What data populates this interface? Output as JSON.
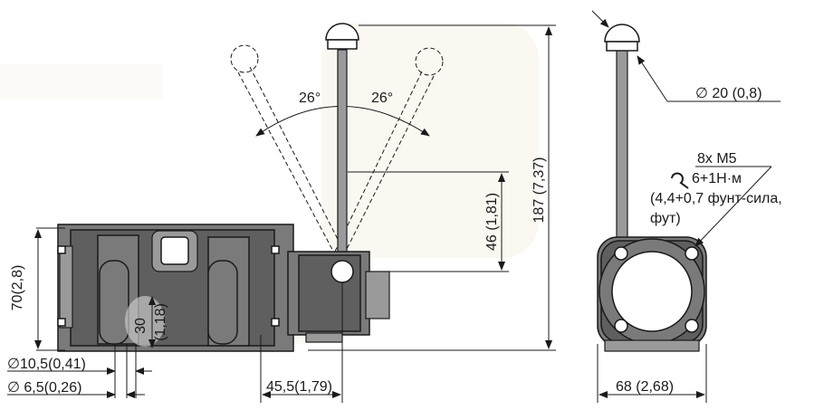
{
  "dimensions": {
    "height_70": "70(2,8)",
    "slot_30": "30",
    "slot_118": "(1,18)",
    "dia_105": "∅10,5(0,41)",
    "dia_65": "∅ 6,5(0,26)",
    "offset_455": "45,5(1,79)",
    "angle_left": "26°",
    "angle_right": "26°",
    "height_46": "46 (1,81)",
    "height_187": "187 (7,37)",
    "knob_dia": "∅ 20 (0,8)",
    "screws": "8x M5",
    "torque": "6+1Н·м",
    "torque_imperial_1": "(4,4+0,7 фунт-сила,",
    "torque_imperial_2": "фут)",
    "width_68": "68 (2,68)"
  },
  "icons": {
    "torque": "torque-wrench-icon"
  }
}
